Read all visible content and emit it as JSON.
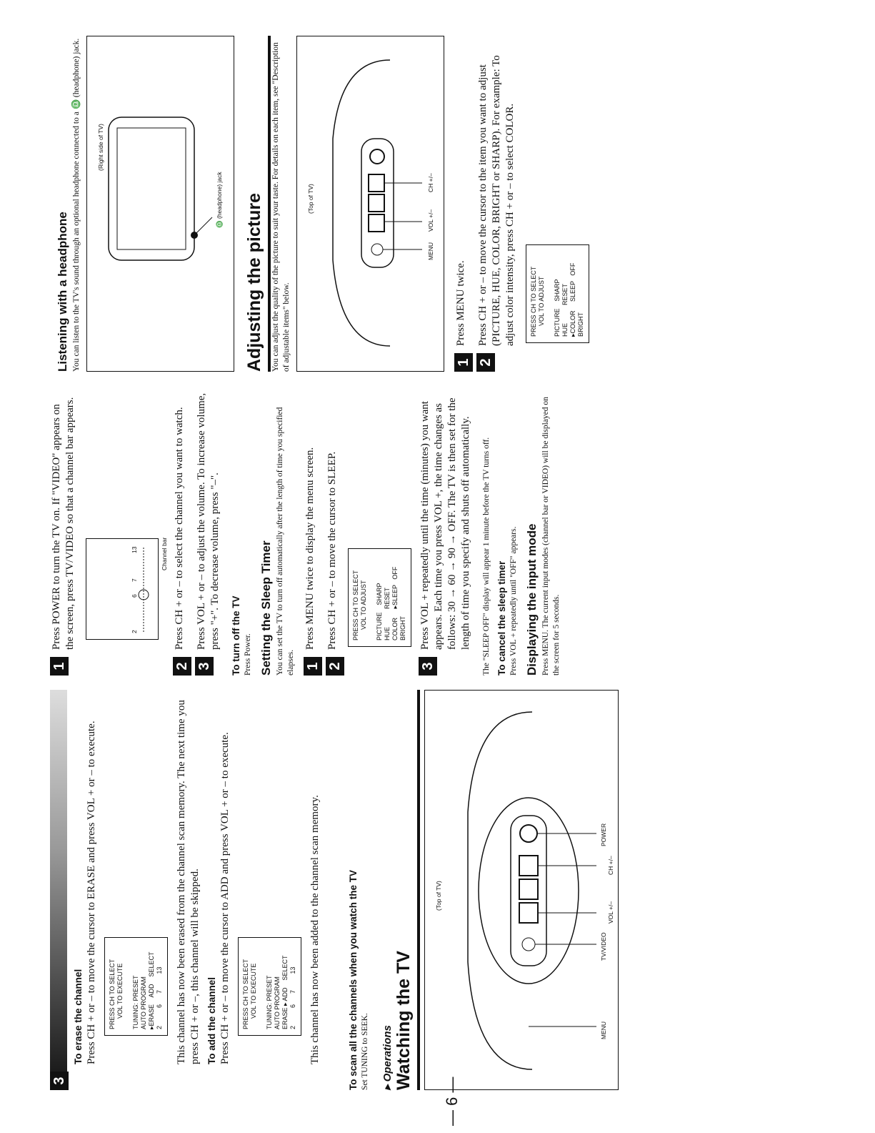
{
  "page_number": "— 6 —",
  "erase": {
    "step": "3",
    "title": "To erase the channel",
    "text": "Press CH + or – to move the cursor to ERASE and press VOL + or – to execute.",
    "menu": "PRESS CH TO SELECT\n      VOL TO EXECUTE\n\nTUNING: PRESET\nAUTO PROGRAM\n▸ERASE    ADD    SELECT\n2          6      7         13",
    "after": "This channel has now been erased from the channel scan memory. The next time you press CH + or –, this channel will be skipped."
  },
  "add": {
    "title": "To add the channel",
    "text": "Press CH + or – to move the cursor to ADD and press VOL + or – to execute.",
    "menu": "PRESS CH TO SELECT\n      VOL TO EXECUTE\n\nTUNING: PRESET\nAUTO PROGRAM\nERASE ▸ ADD    SELECT\n2          6      7         13",
    "after": "This channel has now been added to the channel scan memory."
  },
  "scan": {
    "title": "To scan all the channels when you watch the TV",
    "text": "Set TUNING to SEEK."
  },
  "operations_label": "▸ Operations",
  "watching": {
    "title": "Watching the TV",
    "figure_caption": "(Top of TV)",
    "labels": [
      "MENU",
      "TV/VIDEO",
      "VOL +/–",
      "CH +/–",
      "POWER"
    ],
    "step1_num": "1",
    "step1": "Press POWER to turn the TV on. If \"VIDEO\" appears on the screen, press TV/VIDEO so that a channel bar appears.",
    "channel_numbers": [
      "2",
      "6",
      "7",
      "13"
    ],
    "channel_bar_label": "Channel bar",
    "step2_num": "2",
    "step2": "Press CH + or – to select the channel you want to watch.",
    "step3_num": "3",
    "step3": "Press VOL + or – to adjust the volume. To increase volume, press \"+\". To decrease volume, press \"–\".",
    "turn_off_title": "To turn off the TV",
    "turn_off_text": "Press Power."
  },
  "sleep": {
    "title": "Setting the Sleep Timer",
    "intro": "You can set the TV to turn off automatically after the length of time you specified elapses.",
    "step1_num": "1",
    "step1": "Press MENU twice to display the menu screen.",
    "step2_num": "2",
    "step2": "Press CH + or – to move the cursor to SLEEP.",
    "menu": "PRESS CH TO SELECT\n      VOL TO ADJUST\n\nPICTURE    SHARP\nHUE          RESET\nCOLOR     ▸SLEEP   OFF\nBRIGHT",
    "step3_num": "3",
    "step3": "Press VOL + repeatedly until the time (minutes) you want appears. Each time you press VOL +, the time changes as follows: 30 → 60 → 90 → OFF. The TV is then set for the length of time you specify and shuts off automatically.",
    "note": "The \"SLEEP OFF\" display will appear 1 minute before the TV turns off.",
    "cancel_title": "To cancel the sleep timer",
    "cancel_text": "Press VOL + repeatedly until \"OFF\" appears."
  },
  "input_mode": {
    "title": "Displaying the input mode",
    "text": "Press MENU. The current input modes (channel bar or VIDEO) will be displayed on the screen for 5 seconds."
  },
  "headphone": {
    "title": "Listening with a headphone",
    "text": "You can listen to the TV's sound through an optional headphone connected to a ♎ (headphone) jack.",
    "fig_side": "(Right side of TV)",
    "fig_jack": "♎ (headphone) jack"
  },
  "picture": {
    "title": "Adjusting the picture",
    "intro": "You can adjust the quality of the picture to suit your taste. For details on each item, see \"Description of adjustable items\" below.",
    "figure_caption": "(Top of TV)",
    "labels": [
      "MENU",
      "VOL +/–",
      "CH +/–"
    ],
    "step1_num": "1",
    "step1": "Press MENU twice.",
    "step2_num": "2",
    "step2": "Press CH + or – to move the cursor to the item you want to adjust (PICTURE, HUE, COLOR, BRIGHT or SHARP). For example: To adjust color intensity, press CH + or – to select COLOR.",
    "menu": "PRESS CH TO SELECT\n      VOL TO ADJUST\n\nPICTURE    SHARP\nHUE          RESET\n▸COLOR     SLEEP   OFF\nBRIGHT"
  }
}
